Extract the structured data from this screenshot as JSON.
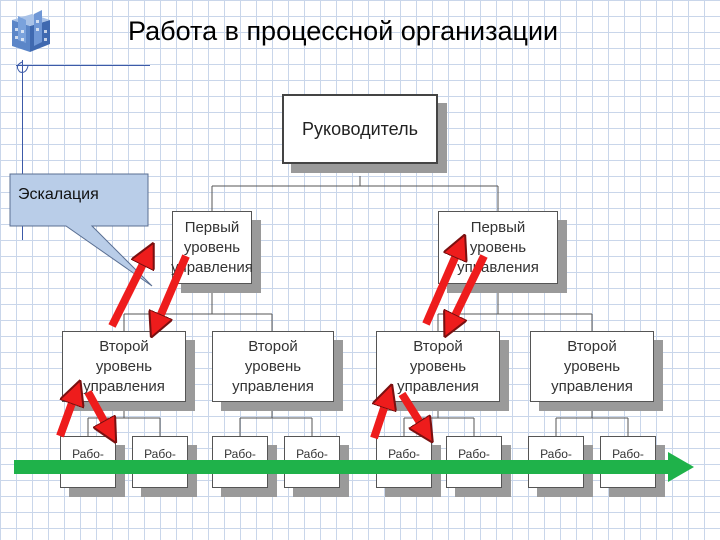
{
  "slide": {
    "title": "Работа в процессной организации",
    "callout": "Эскалация"
  },
  "diagram": {
    "head": "Руководитель",
    "level1": [
      "Первый\nуровень\nуправления",
      "Первый\nуровень\nуправления"
    ],
    "level2": [
      "Второй\nуровень\nуправления",
      "Второй\nуровень\nуправления",
      "Второй\nуровень\nуправления",
      "Второй\nуровень\nуправления"
    ],
    "workers": [
      "Рабо-\nтники",
      "Рабо-\nтники",
      "Рабо-\nтники",
      "Рабо-\nтники",
      "Рабо-\nтники",
      "Рабо-\nтники",
      "Рабо-\nтники",
      "Рабо-\nтники"
    ]
  },
  "colors": {
    "arrow_fill": "#ee1c1c",
    "flow_arrow": "#1fb24a",
    "callout_fill": "#b9cde8",
    "grid": "#c9d6ea"
  }
}
